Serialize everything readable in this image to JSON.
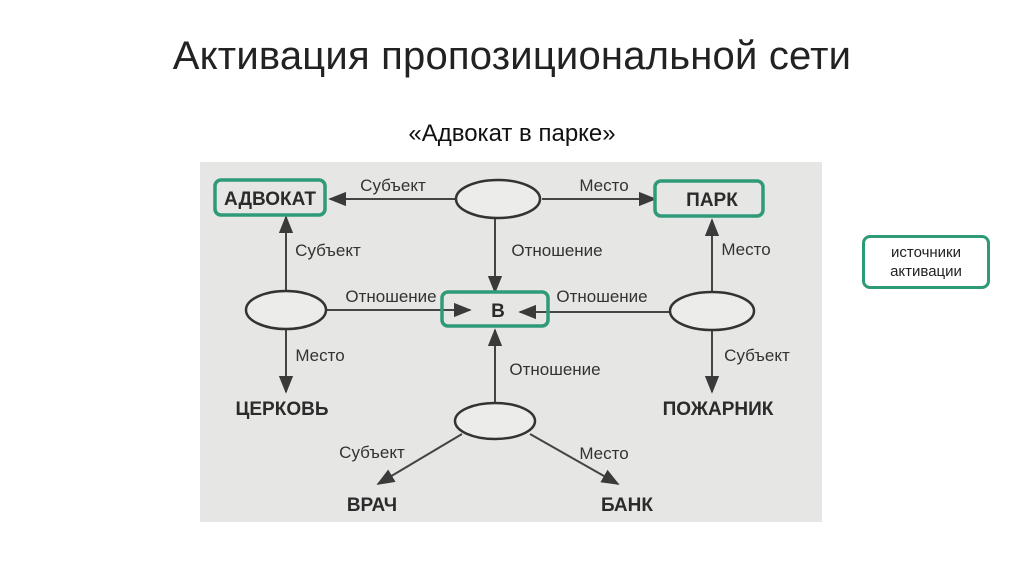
{
  "slide": {
    "title": "Активация пропозициональной сети",
    "subtitle": "«Адвокат в парке»"
  },
  "legend": {
    "line1": "источники",
    "line2": "активации"
  },
  "colors": {
    "highlight": "#2e9a78",
    "diagram_background": "#e6e6e4",
    "ink": "#2b2b2b"
  },
  "diagram": {
    "nodes": {
      "advokat": "АДВОКАТ",
      "park": "ПАРК",
      "v": "В",
      "cerkov": "ЦЕРКОВЬ",
      "pozharnik": "ПОЖАРНИК",
      "vrach": "ВРАЧ",
      "bank": "БАНК"
    },
    "edges": {
      "top_subject": "Субъект",
      "top_place": "Место",
      "top_relation": "Отношение",
      "left_subject": "Субъект",
      "left_relation": "Отношение",
      "left_place": "Место",
      "right_place": "Место",
      "right_relation": "Отношение",
      "right_subject": "Субъект",
      "bottom_relation": "Отношение",
      "bottom_subject": "Субъект",
      "bottom_place": "Место"
    }
  }
}
